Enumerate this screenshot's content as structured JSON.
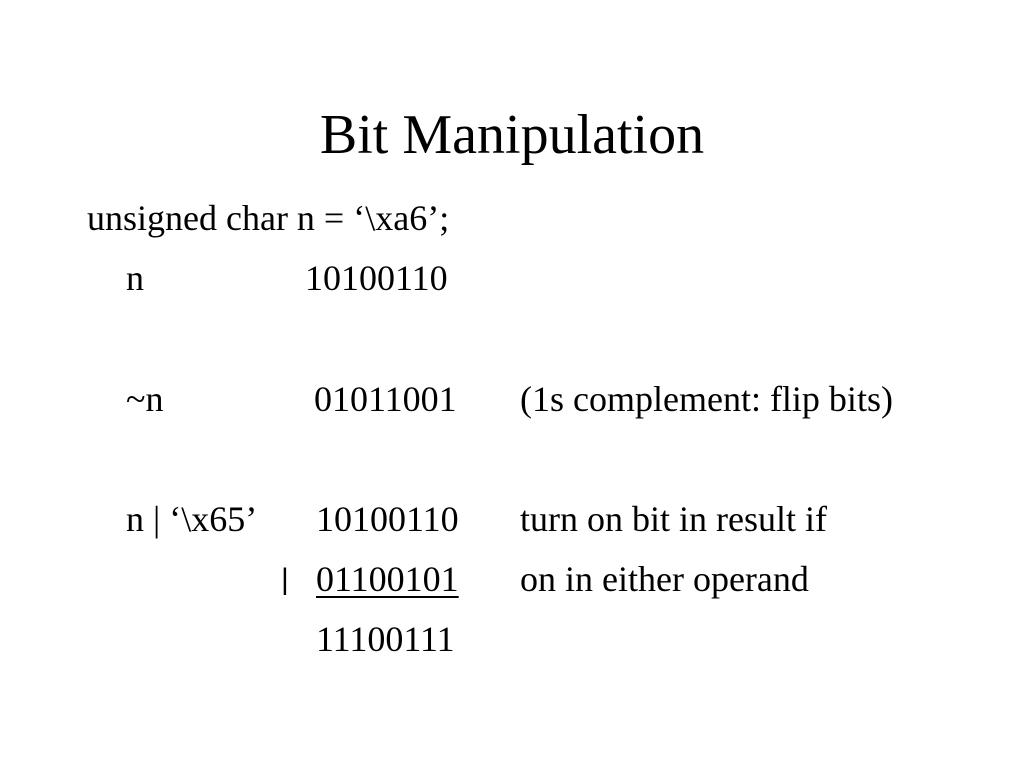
{
  "slide": {
    "title": "Bit Manipulation",
    "declaration": "unsigned char n = ‘\\xa6’;",
    "row_n": {
      "label": "n",
      "bits": "10100110"
    },
    "row_not": {
      "label": "~n",
      "bits": "01011001",
      "note": "(1s complement: flip bits)"
    },
    "row_or": {
      "label": "n | ‘\\x65’",
      "operand1_bits": "10100110",
      "note_line1": "turn on bit in result if",
      "operator": "|",
      "operand2_bits": "01100101",
      "note_line2": "on in either operand",
      "result_bits": "11100111"
    }
  }
}
